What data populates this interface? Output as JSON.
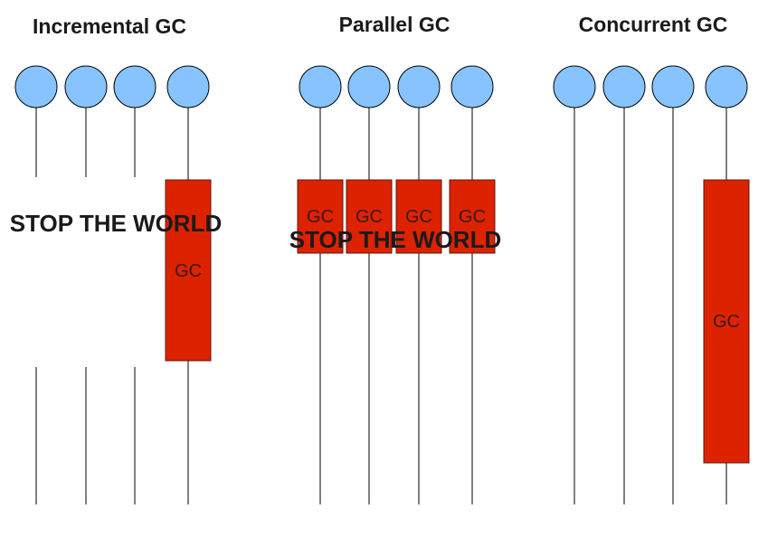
{
  "panels": [
    {
      "title": "Incremental GC",
      "stop_the_world_label": "STOP THE WORLD",
      "threads": 4,
      "gc_label": "GC"
    },
    {
      "title": "Parallel GC",
      "stop_the_world_label": "STOP THE WORLD",
      "threads": 4,
      "gc_label": "GC"
    },
    {
      "title": "Concurrent GC",
      "threads": 4,
      "gc_label": "GC"
    }
  ],
  "colors": {
    "thread_circle": "#87c4ff",
    "gc_box": "#dd2200",
    "text": "#1a1a1a"
  }
}
